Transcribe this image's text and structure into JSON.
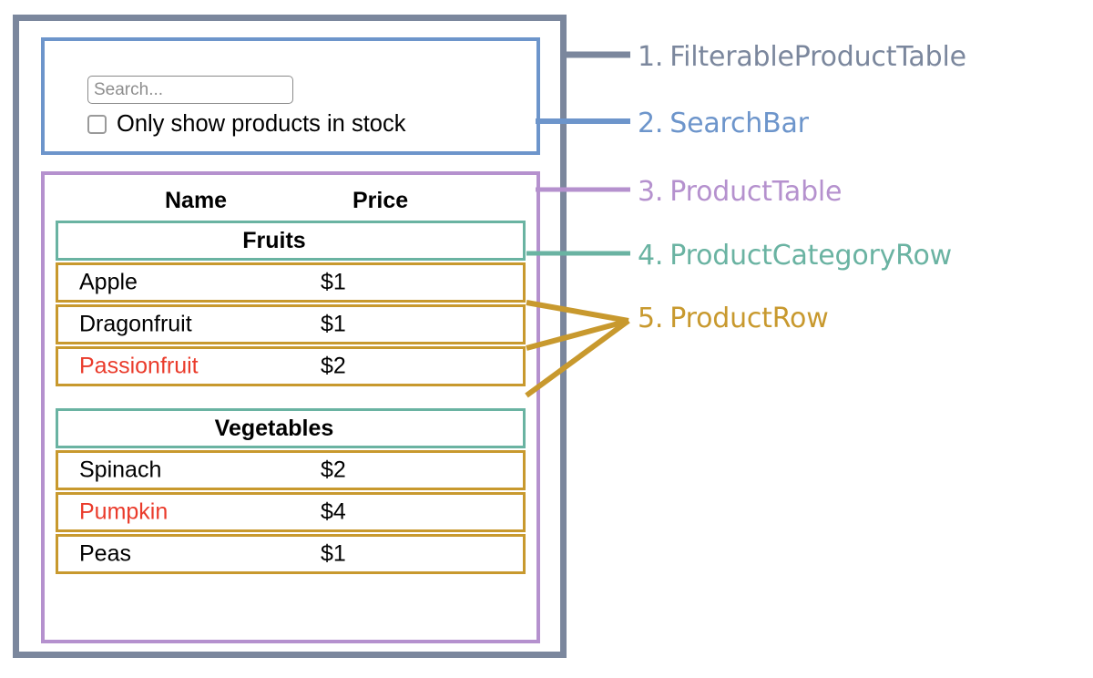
{
  "colors": {
    "outer_frame": "#7b879d",
    "search_bar": "#6d95cb",
    "product_table": "#b591ce",
    "category_row": "#6ab3a2",
    "product_row": "#c8992e",
    "out_of_stock_text": "#ea3b2b",
    "text": "#000000",
    "placeholder": "#8e8e8e"
  },
  "search_bar": {
    "input_value": "",
    "input_placeholder": "Search...",
    "checkbox_checked": false,
    "checkbox_label": "Only show products in stock"
  },
  "product_table": {
    "columns": [
      "Name",
      "Price"
    ],
    "groups": [
      {
        "category": "Fruits",
        "products": [
          {
            "name": "Apple",
            "price": "$1",
            "in_stock": true
          },
          {
            "name": "Dragonfruit",
            "price": "$1",
            "in_stock": true
          },
          {
            "name": "Passionfruit",
            "price": "$2",
            "in_stock": false
          }
        ]
      },
      {
        "category": "Vegetables",
        "products": [
          {
            "name": "Spinach",
            "price": "$2",
            "in_stock": true
          },
          {
            "name": "Pumpkin",
            "price": "$4",
            "in_stock": false
          },
          {
            "name": "Peas",
            "price": "$1",
            "in_stock": true
          }
        ]
      }
    ]
  },
  "legend": [
    {
      "number": "1.",
      "label": "FilterableProductTable"
    },
    {
      "number": "2.",
      "label": "SearchBar"
    },
    {
      "number": "3.",
      "label": "ProductTable"
    },
    {
      "number": "4.",
      "label": "ProductCategoryRow"
    },
    {
      "number": "5.",
      "label": "ProductRow"
    }
  ]
}
